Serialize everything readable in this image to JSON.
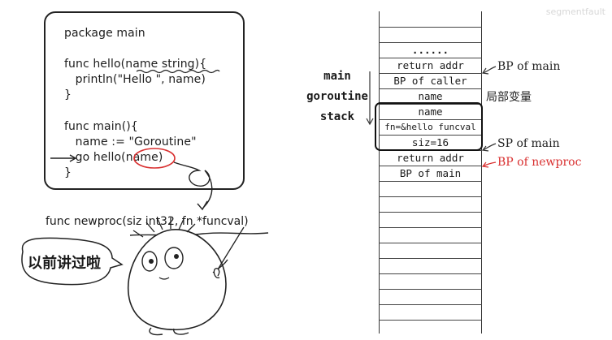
{
  "code": {
    "lines": [
      "package main",
      "func hello(name string){",
      "   println(\"Hello \", name)",
      "}",
      "func main(){",
      "   name := \"Goroutine\"",
      "   go hello(name)",
      "}"
    ]
  },
  "newproc_signature": "func newproc(siz int32, fn *funcval)",
  "character": {
    "speech": "以前讲过啦"
  },
  "stack_label": {
    "lines": [
      "main",
      "goroutine",
      "stack"
    ]
  },
  "stack": {
    "cells": [
      "",
      "......",
      "return addr",
      "BP of caller",
      "name",
      "name",
      "fn=&hello funcval",
      "siz=16",
      "return addr",
      "BP of main"
    ]
  },
  "annotations": {
    "bp_main": "BP of main",
    "local_var": "局部变量",
    "sp_main": "SP of main",
    "bp_newproc": "BP of newproc"
  },
  "colors": {
    "highlight": "#d93030",
    "ink": "#1a1a1a"
  },
  "watermark": "segmentfault"
}
